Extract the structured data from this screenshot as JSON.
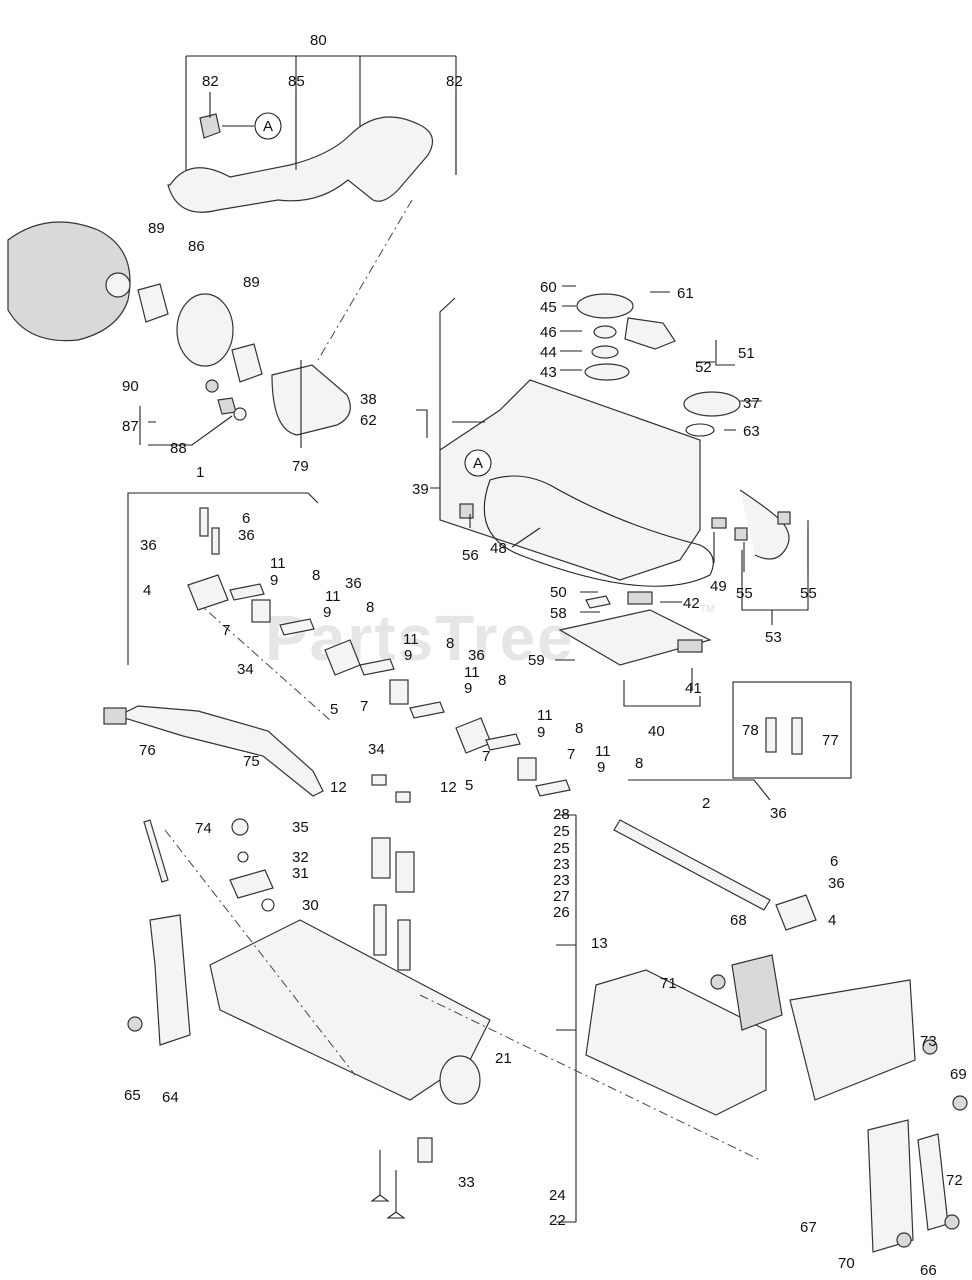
{
  "watermark": "PartsTree",
  "watermark_tm": "TM",
  "callout_ref": "A",
  "part_labels": [
    "80",
    "82",
    "85",
    "82",
    "89",
    "86",
    "89",
    "90",
    "87",
    "88",
    "79",
    "38",
    "62",
    "39",
    "60",
    "45",
    "61",
    "46",
    "44",
    "43",
    "51",
    "52",
    "37",
    "63",
    "56",
    "48",
    "49",
    "55",
    "55",
    "53",
    "50",
    "42",
    "58",
    "59",
    "41",
    "40",
    "78",
    "77",
    "1",
    "6",
    "36",
    "36",
    "4",
    "11",
    "9",
    "8",
    "36",
    "11",
    "9",
    "8",
    "7",
    "7",
    "34",
    "11",
    "9",
    "8",
    "36",
    "5",
    "11",
    "9",
    "8",
    "7",
    "34",
    "11",
    "9",
    "8",
    "5",
    "7",
    "11",
    "9",
    "8",
    "12",
    "12",
    "28",
    "25",
    "25",
    "23",
    "23",
    "27",
    "26",
    "13",
    "21",
    "24",
    "22",
    "33",
    "76",
    "75",
    "74",
    "35",
    "32",
    "31",
    "30",
    "64",
    "65",
    "2",
    "36",
    "6",
    "36",
    "4",
    "68",
    "71",
    "73",
    "69",
    "72",
    "67",
    "70",
    "66"
  ]
}
